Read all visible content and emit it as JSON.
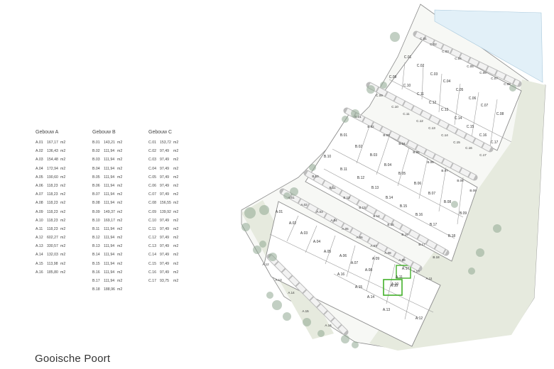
{
  "title": "Gooische Poort",
  "unit": "m2",
  "colors": {
    "garden": "#edf1ea",
    "tree": "#8fa892",
    "path": "#e6eade",
    "water": "#e2f0f8",
    "outline": "#8b8b8b",
    "block": "#bcbcbc",
    "highlight": "#43b02a"
  },
  "buildings": [
    {
      "name": "Gebouw A",
      "units": [
        {
          "id": "A.01",
          "area": "167,17"
        },
        {
          "id": "A.02",
          "area": "136,43"
        },
        {
          "id": "A.03",
          "area": "154,48"
        },
        {
          "id": "A.04",
          "area": "172,94"
        },
        {
          "id": "A.05",
          "area": "190,60"
        },
        {
          "id": "A.06",
          "area": "118,23"
        },
        {
          "id": "A.07",
          "area": "118,23"
        },
        {
          "id": "A.08",
          "area": "118,23"
        },
        {
          "id": "A.09",
          "area": "118,23"
        },
        {
          "id": "A.10",
          "area": "118,23"
        },
        {
          "id": "A.11",
          "area": "118,23"
        },
        {
          "id": "A.12",
          "area": "602,27"
        },
        {
          "id": "A.13",
          "area": "330,57"
        },
        {
          "id": "A.14",
          "area": "132,03"
        },
        {
          "id": "A.15",
          "area": "113,98"
        },
        {
          "id": "A.16",
          "area": "185,80"
        }
      ]
    },
    {
      "name": "Gebouw B",
      "units": [
        {
          "id": "B.01",
          "area": "143,21"
        },
        {
          "id": "B.02",
          "area": "111,94"
        },
        {
          "id": "B.03",
          "area": "111,94"
        },
        {
          "id": "B.04",
          "area": "111,94"
        },
        {
          "id": "B.05",
          "area": "111,94"
        },
        {
          "id": "B.06",
          "area": "111,94"
        },
        {
          "id": "B.07",
          "area": "111,94"
        },
        {
          "id": "B.08",
          "area": "111,94"
        },
        {
          "id": "B.09",
          "area": "149,37"
        },
        {
          "id": "B.10",
          "area": "169,17"
        },
        {
          "id": "B.11",
          "area": "111,94"
        },
        {
          "id": "B.12",
          "area": "111,94"
        },
        {
          "id": "B.13",
          "area": "111,94"
        },
        {
          "id": "B.14",
          "area": "111,94"
        },
        {
          "id": "B.15",
          "area": "111,94"
        },
        {
          "id": "B.16",
          "area": "111,94"
        },
        {
          "id": "B.17",
          "area": "111,94"
        },
        {
          "id": "B.18",
          "area": "188,96"
        }
      ]
    },
    {
      "name": "Gebouw C",
      "units": [
        {
          "id": "C.01",
          "area": "153,72"
        },
        {
          "id": "C.02",
          "area": "97,49"
        },
        {
          "id": "C.03",
          "area": "97,49"
        },
        {
          "id": "C.04",
          "area": "97,49"
        },
        {
          "id": "C.05",
          "area": "97,49"
        },
        {
          "id": "C.06",
          "area": "97,49"
        },
        {
          "id": "C.07",
          "area": "97,49"
        },
        {
          "id": "C.08",
          "area": "156,55"
        },
        {
          "id": "C.09",
          "area": "139,92"
        },
        {
          "id": "C.10",
          "area": "97,49"
        },
        {
          "id": "C.11",
          "area": "97,49"
        },
        {
          "id": "C.12",
          "area": "97,49"
        },
        {
          "id": "C.13",
          "area": "97,49"
        },
        {
          "id": "C.14",
          "area": "97,49"
        },
        {
          "id": "C.15",
          "area": "97,49"
        },
        {
          "id": "C.16",
          "area": "97,49"
        },
        {
          "id": "C.17",
          "area": "93,75"
        }
      ]
    }
  ],
  "map": {
    "units": [
      {
        "label": "C.01"
      },
      {
        "label": "C.02"
      },
      {
        "label": "C.03"
      },
      {
        "label": "C.04"
      },
      {
        "label": "C.05"
      },
      {
        "label": "C.06"
      },
      {
        "label": "C.07"
      },
      {
        "label": "C.08"
      },
      {
        "label": "C.09"
      },
      {
        "label": "C.10"
      },
      {
        "label": "C.11"
      },
      {
        "label": "C.12"
      },
      {
        "label": "C.13"
      },
      {
        "label": "C.14"
      },
      {
        "label": "C.15"
      },
      {
        "label": "C.16"
      },
      {
        "label": "C.17"
      },
      {
        "label": "B.01"
      },
      {
        "label": "B.02"
      },
      {
        "label": "B.03"
      },
      {
        "label": "B.04"
      },
      {
        "label": "B.05"
      },
      {
        "label": "B.06"
      },
      {
        "label": "B.07"
      },
      {
        "label": "B.08"
      },
      {
        "label": "B.09"
      },
      {
        "label": "B.10"
      },
      {
        "label": "B.11"
      },
      {
        "label": "B.12"
      },
      {
        "label": "B.13"
      },
      {
        "label": "B.14"
      },
      {
        "label": "B.15"
      },
      {
        "label": "B.16"
      },
      {
        "label": "B.17"
      },
      {
        "label": "B.18"
      },
      {
        "label": "A.01"
      },
      {
        "label": "A.02"
      },
      {
        "label": "A.03"
      },
      {
        "label": "A.04"
      },
      {
        "label": "A.05"
      },
      {
        "label": "A.06"
      },
      {
        "label": "A.07"
      },
      {
        "label": "A.08"
      },
      {
        "label": "A.09"
      },
      {
        "label": "A.10"
      },
      {
        "label": "A.11"
      },
      {
        "label": "A.12"
      },
      {
        "label": "A.13"
      },
      {
        "label": "A.14"
      },
      {
        "label": "A.15"
      },
      {
        "label": "A.16"
      },
      {
        "label": "A.17",
        "highlight": true
      },
      {
        "label": "A.10",
        "highlight": true
      }
    ],
    "gardens": [
      {
        "label": "C.01"
      },
      {
        "label": "C.02"
      },
      {
        "label": "C.03"
      },
      {
        "label": "C.04"
      },
      {
        "label": "C.05"
      },
      {
        "label": "C.06"
      },
      {
        "label": "C.07"
      },
      {
        "label": "C.08"
      },
      {
        "label": "C.09"
      },
      {
        "label": "C.10"
      },
      {
        "label": "C.11"
      },
      {
        "label": "C.12"
      },
      {
        "label": "C.13"
      },
      {
        "label": "C.14"
      },
      {
        "label": "C.15"
      },
      {
        "label": "C.16"
      },
      {
        "label": "C.17"
      },
      {
        "label": "B.01"
      },
      {
        "label": "B.02"
      },
      {
        "label": "B.03"
      },
      {
        "label": "B.04"
      },
      {
        "label": "B.05"
      },
      {
        "label": "B.06"
      },
      {
        "label": "B.07"
      },
      {
        "label": "B.08"
      },
      {
        "label": "B.09"
      },
      {
        "label": "B.10"
      },
      {
        "label": "B.11"
      },
      {
        "label": "B.12"
      },
      {
        "label": "B.13"
      },
      {
        "label": "B.14"
      },
      {
        "label": "B.15"
      },
      {
        "label": "B.16"
      },
      {
        "label": "B.17"
      },
      {
        "label": "B.18"
      },
      {
        "label": "A.01"
      },
      {
        "label": "A.02"
      },
      {
        "label": "A.03"
      },
      {
        "label": "A.04"
      },
      {
        "label": "A.05"
      },
      {
        "label": "A.06"
      },
      {
        "label": "A.07"
      },
      {
        "label": "A.08"
      },
      {
        "label": "A.09"
      },
      {
        "label": "A.10"
      },
      {
        "label": "A.11"
      },
      {
        "label": "A.12"
      },
      {
        "label": "A.13"
      },
      {
        "label": "A.14"
      },
      {
        "label": "A.15"
      },
      {
        "label": "A.16"
      }
    ]
  }
}
